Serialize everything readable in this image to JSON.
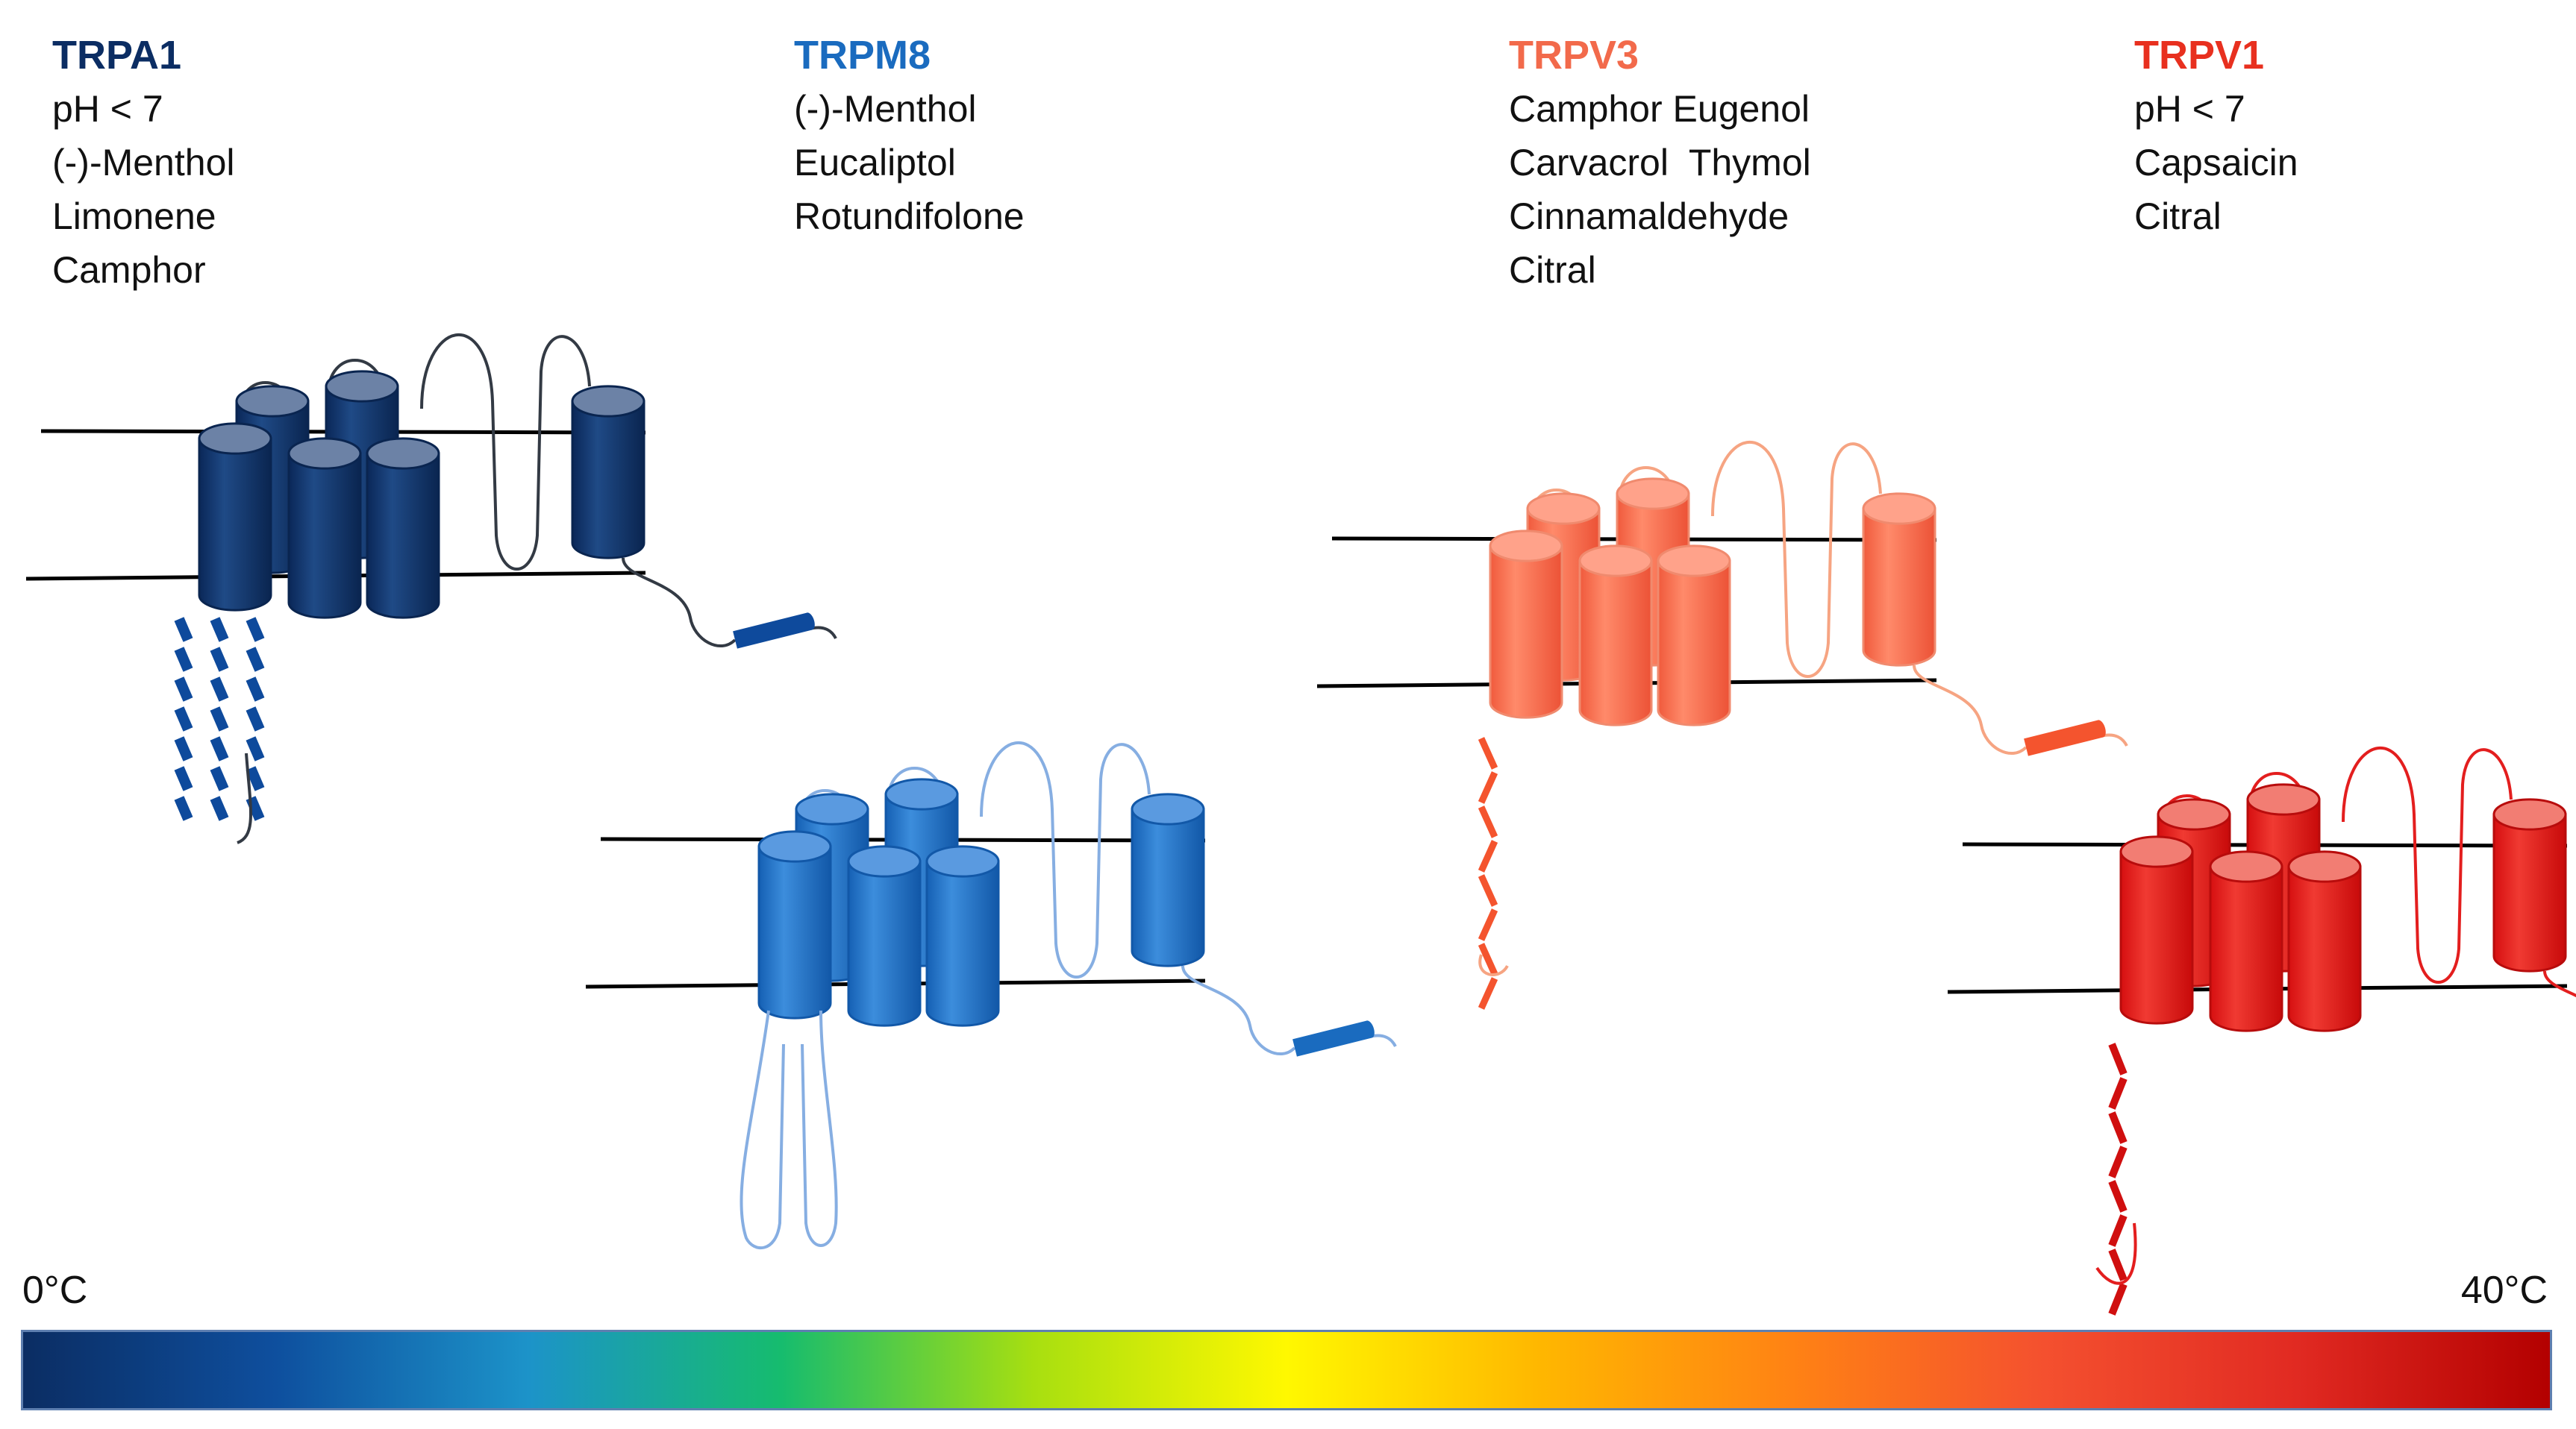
{
  "channels": [
    {
      "name": "TRPA1",
      "color": "#0b2d63",
      "ligands": [
        "pH < 7",
        "(-)-Menthol",
        "Limonene",
        "Camphor"
      ]
    },
    {
      "name": "TRPM8",
      "color": "#1a6bbf",
      "ligands": [
        "(-)-Menthol",
        "Eucaliptol",
        "Rotundifolone"
      ]
    },
    {
      "name": "TRPV3",
      "color": "#f26a4b",
      "ligands": [
        "Camphor Eugenol",
        "Carvacrol  Thymol",
        "Cinnamaldehyde",
        "Citral"
      ]
    },
    {
      "name": "TRPV1",
      "color": "#e31e1e",
      "ligands": [
        "pH < 7",
        "Capsaicin",
        "Citral"
      ]
    }
  ],
  "temperature_scale": {
    "min_label": "0°C",
    "max_label": "40°C",
    "gradient_colors": [
      "#0b2d63",
      "#0e4f9e",
      "#1c93c9",
      "#16bc6e",
      "#a8df10",
      "#fff800",
      "#ffb700",
      "#ff8214",
      "#f4502f",
      "#e12a22",
      "#b30000"
    ]
  }
}
